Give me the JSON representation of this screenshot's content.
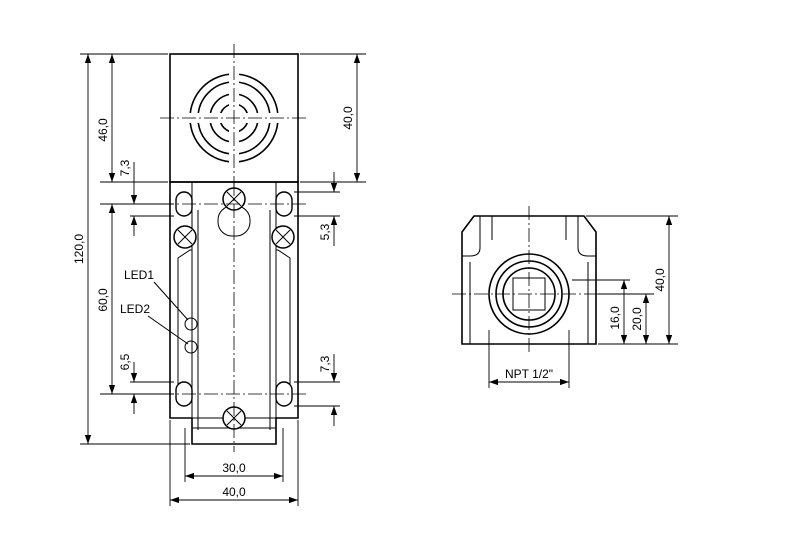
{
  "dimensions": {
    "overall_height": "120,0",
    "head_height": "46,0",
    "head_width_side": "40,0",
    "top_hole_offset": "7,3",
    "screw_offset": "5,3",
    "hole_spacing": "60,0",
    "bottom_hole_offset": "6,5",
    "bottom_hole_offset_right": "7,3",
    "inner_width": "30,0",
    "outer_width": "40,0",
    "side_height": "40,0",
    "side_center_height": "20,0",
    "side_port_height": "16,0",
    "thread": "NPT 1/2\""
  },
  "labels": {
    "led1": "LED1",
    "led2": "LED2"
  }
}
